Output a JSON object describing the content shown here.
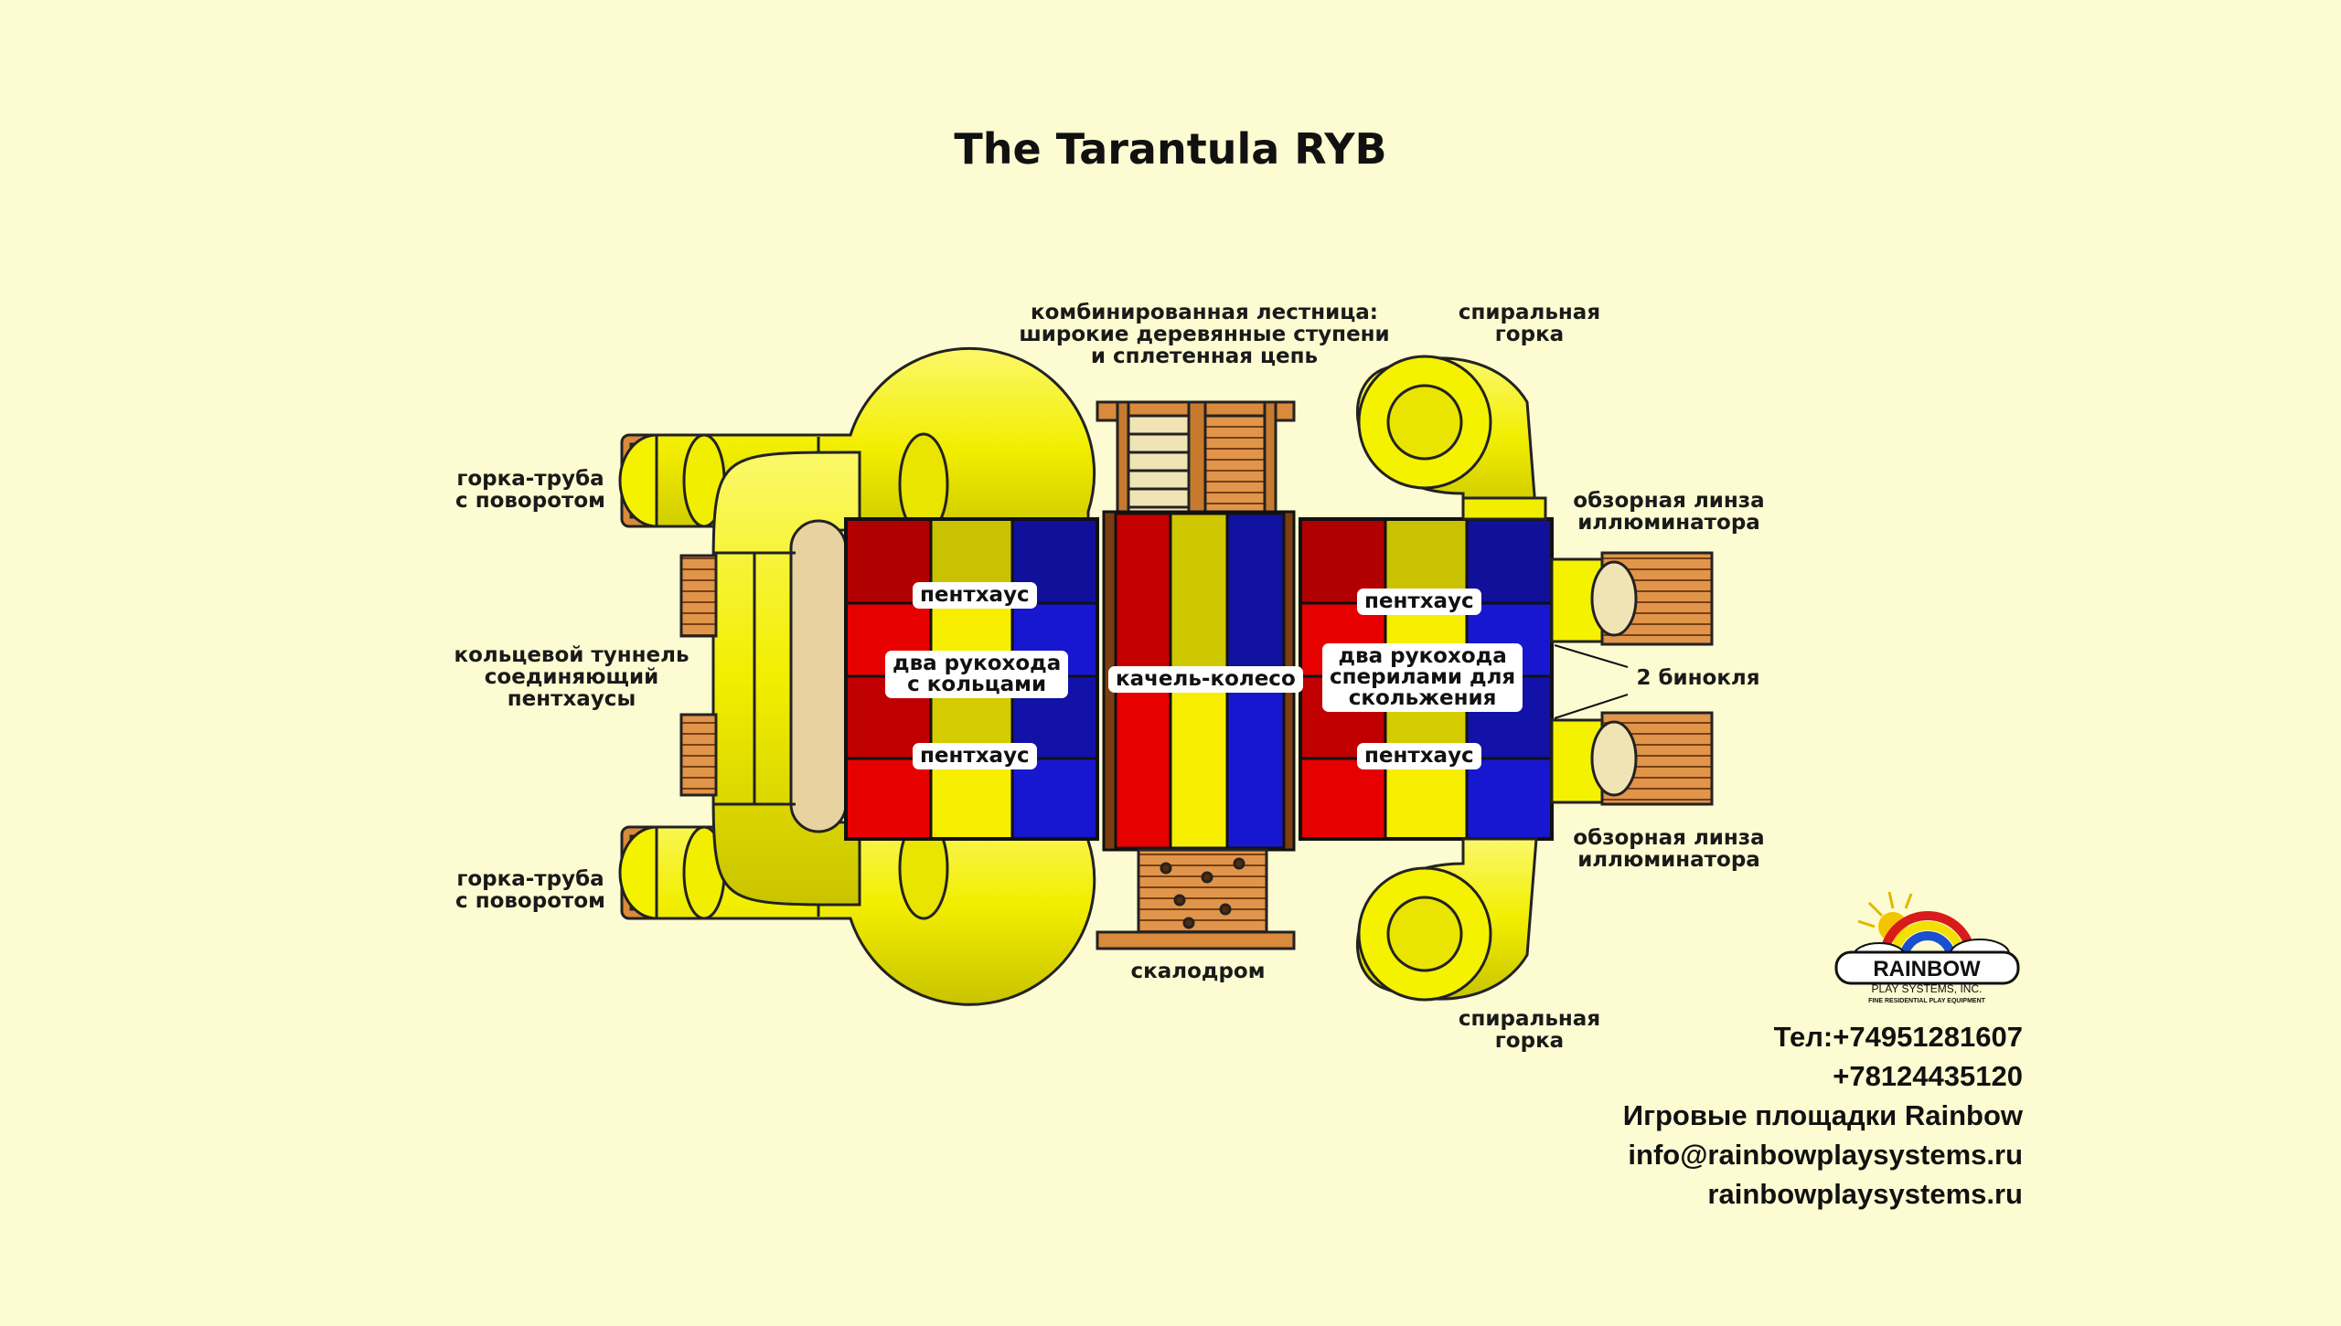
{
  "title": "The Tarantula RYB",
  "labels": {
    "combo_ladder": "комбинированная лестница:\nширокие деревянные ступени\nи сплетенная цепь",
    "spiral_slide_top": "спиральная\nгорка",
    "spiral_slide_bottom": "спиральная\nгорка",
    "tube_slide_top": "горка-труба\nс поворотом",
    "tube_slide_bottom": "горка-труба\nс поворотом",
    "ring_tunnel": "кольцевой туннель\nсоединяющий\nпентхаусы",
    "porthole_lens_top": "обзорная линза\nиллюминатора",
    "porthole_lens_bottom": "обзорная линза\nиллюминатора",
    "binoculars": "2 бинокля",
    "climbing_wall": "скалодром"
  },
  "tags": {
    "left_penthouse_top": "пентхаус",
    "left_bars": "два рукохода\nс кольцами",
    "left_penthouse_bottom": "пентхаус",
    "swing_wheel": "качель-колесо",
    "right_penthouse_top": "пентхаус",
    "right_bars": "два рукохода\nсперилами для\nскольжения",
    "right_penthouse_bottom": "пентхаус"
  },
  "logo": {
    "brand": "RAINBOW",
    "sub": "PLAY SYSTEMS, INC.",
    "tagline": "FINE RESIDENTIAL PLAY EQUIPMENT"
  },
  "contact": {
    "phone1": "Тел:+74951281607",
    "phone2": "+78124435120",
    "company": "Игровые площадки Rainbow",
    "email": "info@rainbowplaysystems.ru",
    "website": "rainbowplaysystems.ru"
  },
  "colors": {
    "background": "#fdfbd1",
    "roof_red": "#e60000",
    "roof_yellow": "#f7ee00",
    "roof_blue": "#1717d0",
    "slide_yellow": "#f5f200",
    "wood": "#d98a3a"
  }
}
